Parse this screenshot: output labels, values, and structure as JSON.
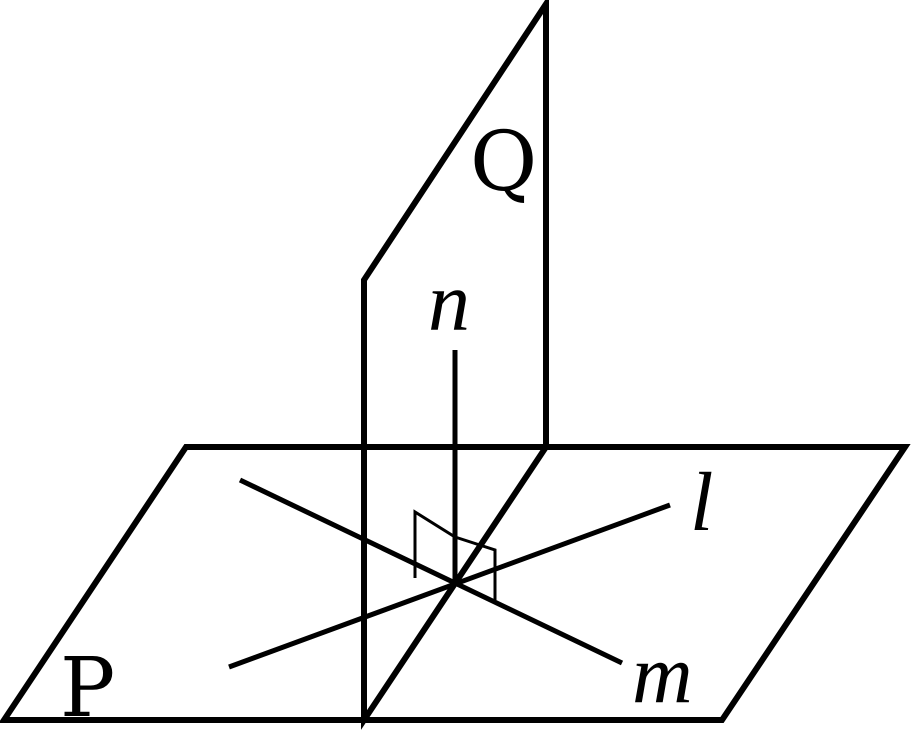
{
  "colors": {
    "plane_p_fill": "#fde3bc",
    "plane_q_fill": "#f4a098",
    "stroke": "#000000"
  },
  "labels": {
    "plane_p": "P",
    "plane_q": "Q",
    "line_n": "n",
    "line_l": "l",
    "line_m": "m"
  },
  "annotations": {
    "right_angle_marks": 2
  }
}
